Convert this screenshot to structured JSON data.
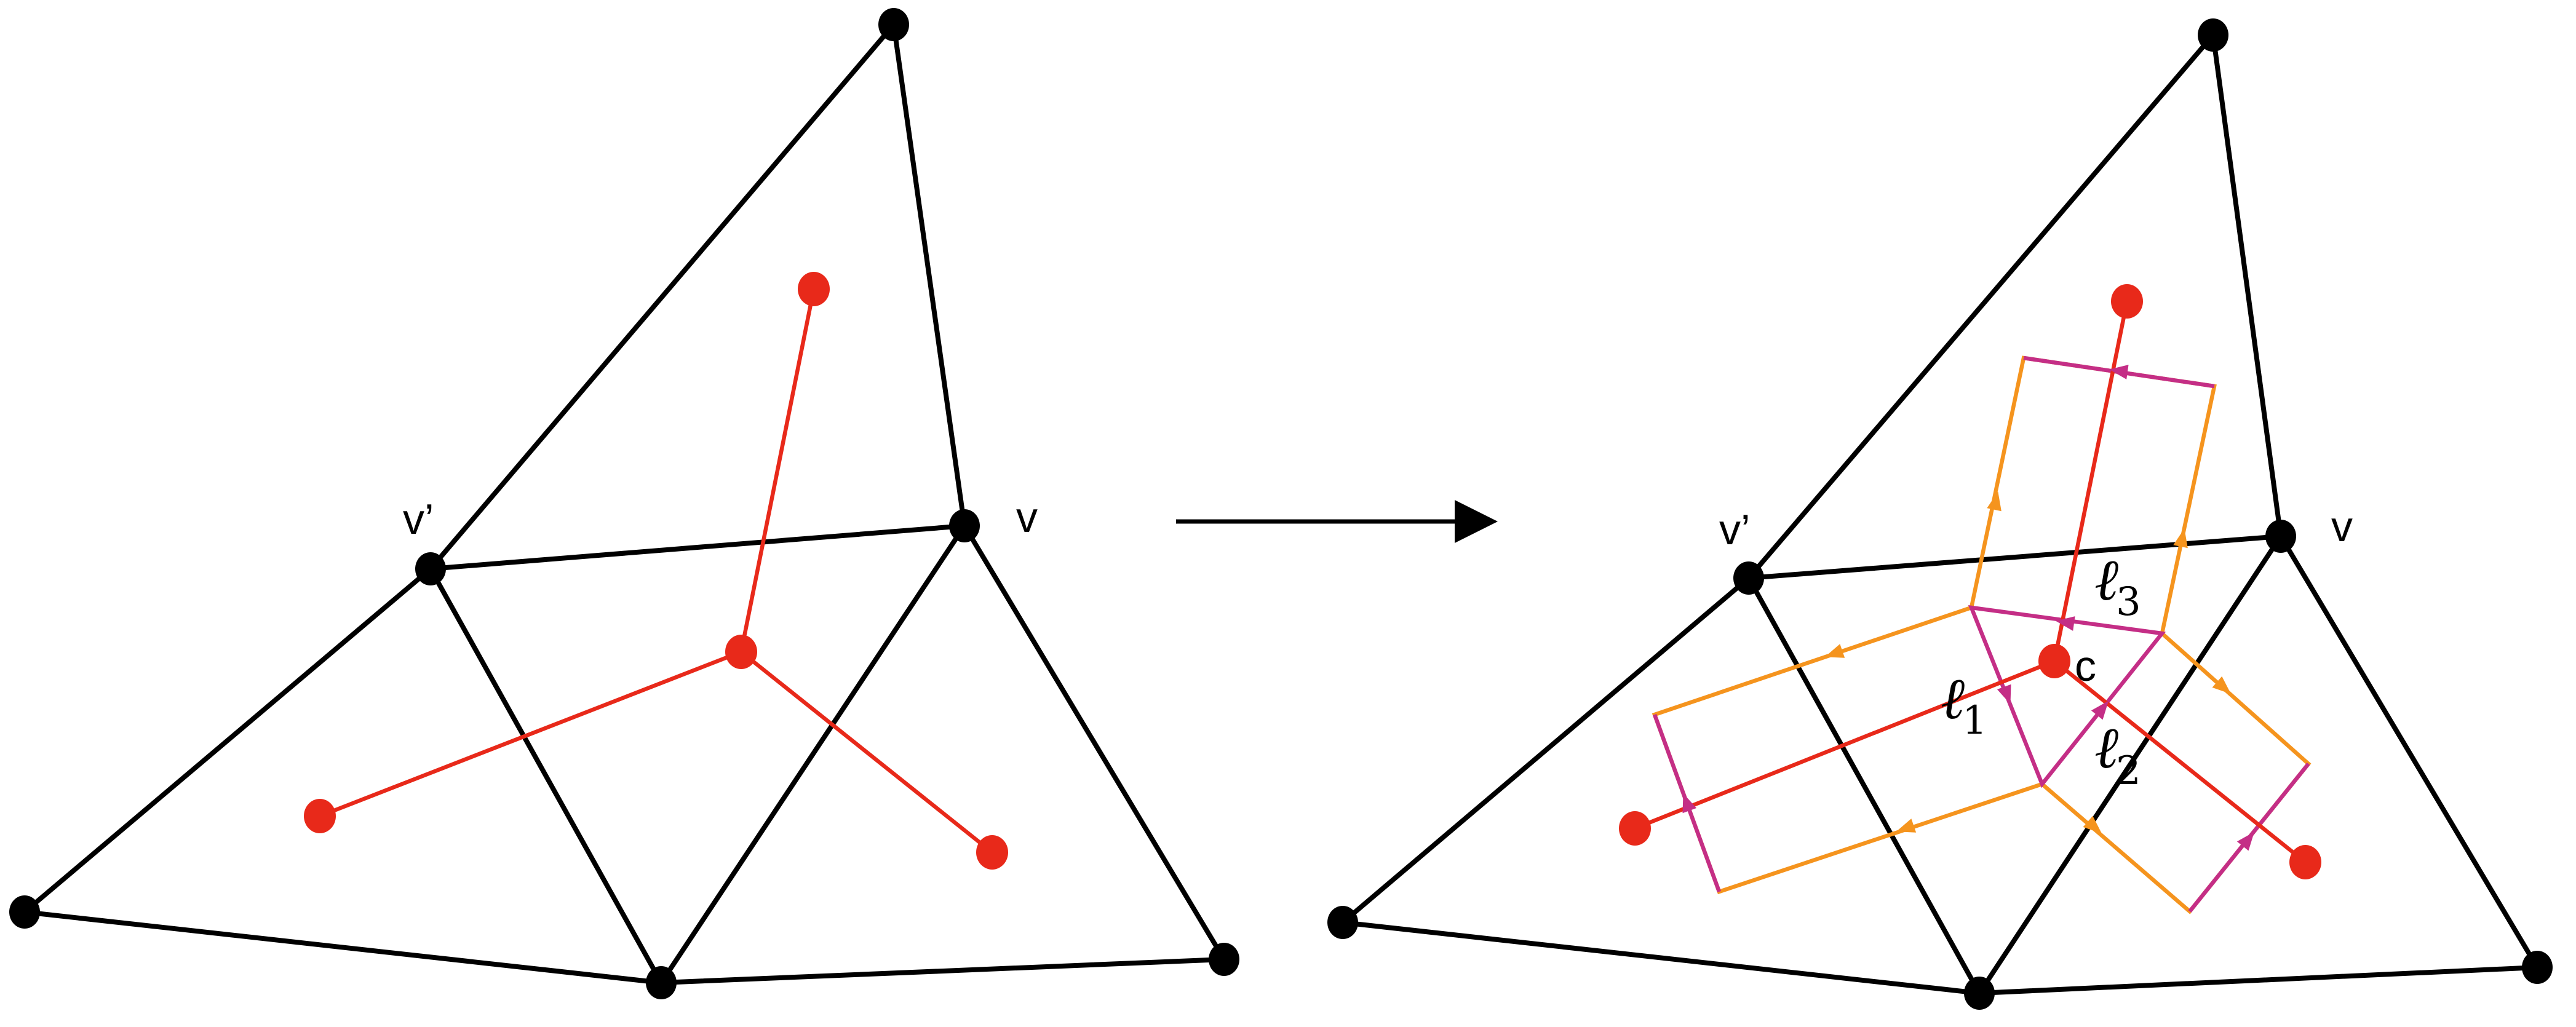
{
  "labels": {
    "vertex_v": "v",
    "vertex_v_prime": "v’",
    "center": "c",
    "loop_1": {
      "symbol": "ℓ",
      "sub": "1"
    },
    "loop_2": {
      "symbol": "ℓ",
      "sub": "2"
    },
    "loop_3": {
      "symbol": "ℓ",
      "sub": "3"
    }
  },
  "colors": {
    "graph_edge": "#000000",
    "graph_vertex": "#000000",
    "dual_edge": "#e8291a",
    "dual_vertex": "#e8291a",
    "loop_orange": "#f5941e",
    "loop_magenta": "#c42e86"
  },
  "icons": {
    "transformation_arrow": "right-arrow"
  }
}
